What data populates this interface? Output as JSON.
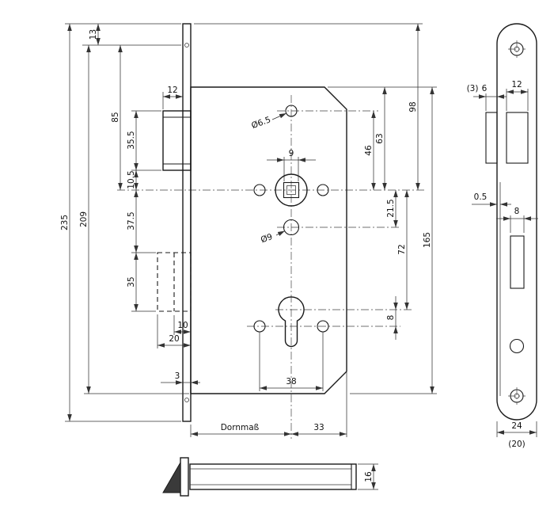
{
  "drawing": {
    "subject": "mortise-lock",
    "colors": {
      "line": "#1a1a1a",
      "background": "#ffffff"
    }
  },
  "dims": {
    "front": {
      "d235": "235",
      "d13": "13",
      "d209": "209",
      "d85": "85",
      "d35_5": "35.5",
      "d10_5": "10.5",
      "d37_5": "37.5",
      "d35": "35",
      "d12": "12",
      "d10": "10",
      "d20": "20",
      "d3": "3",
      "dia6_5": "Ø6.5",
      "d9": "9",
      "dia9": "Ø9",
      "d98": "98",
      "d63": "63",
      "d46": "46",
      "d21_5": "21.5",
      "d72": "72",
      "d165": "165",
      "d8": "8",
      "d38": "38",
      "backset": "Dornmaß",
      "d33": "33"
    },
    "side": {
      "d3_paren": "(3)",
      "d6": "6",
      "d12": "12",
      "d0_5": "0.5",
      "d8": "8",
      "d24": "24",
      "d20_paren": "(20)"
    },
    "bottom": {
      "d16": "16"
    }
  }
}
